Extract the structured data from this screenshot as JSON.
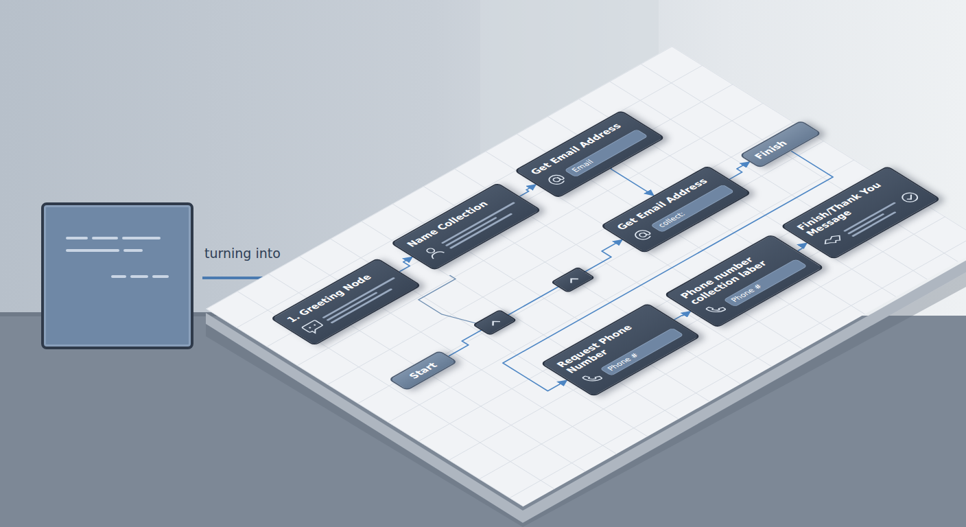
{
  "diagram": {
    "nodes": [
      {
        "text": [
          "1. Greeting Node"
        ]
      },
      {
        "text": [
          "Start"
        ]
      },
      {
        "text": [
          "Name Collection"
        ]
      },
      {
        "text": [
          "Get Email Address",
          "Email"
        ]
      },
      {
        "text": [
          "Get Email Address",
          "collect:"
        ]
      },
      {
        "text": [
          "Finish"
        ]
      },
      {
        "text": [
          "Request Phone Number",
          "Phone #"
        ]
      },
      {
        "text": [
          "Phone number collection laber",
          "Phone #"
        ]
      },
      {
        "text": [
          "Finish/Thank You Message"
        ]
      }
    ],
    "edges": [
      {
        "from": 0,
        "to": 2,
        "arrow": "to"
      },
      {
        "from": 1,
        "to": 4,
        "arrow": "to"
      },
      {
        "from": 2,
        "to": 3,
        "arrow": "to"
      },
      {
        "from": 3,
        "to": 4,
        "arrow": "to"
      },
      {
        "from": 4,
        "to": 5,
        "arrow": "to"
      },
      {
        "from": 5,
        "to": 6,
        "arrow": "to"
      },
      {
        "from": 6,
        "to": 7,
        "arrow": "to"
      },
      {
        "from": 7,
        "to": 8,
        "arrow": "to"
      }
    ],
    "labels": [
      "turning into"
    ]
  }
}
